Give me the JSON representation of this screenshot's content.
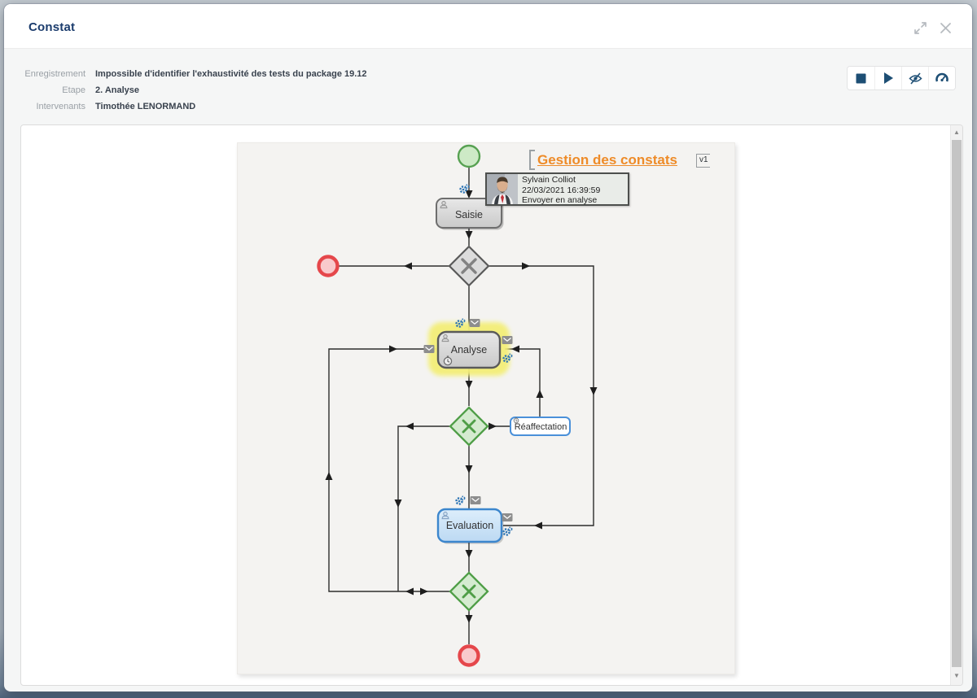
{
  "window": {
    "title": "Constat",
    "controls": [
      {
        "name": "expand",
        "icon": "expand-icon"
      },
      {
        "name": "close",
        "icon": "close-icon"
      }
    ]
  },
  "info": {
    "rows": [
      {
        "label": "Enregistrement",
        "value": "Impossible d'identifier l'exhaustivité des tests du package 19.12"
      },
      {
        "label": "Etape",
        "value": "2. Analyse"
      },
      {
        "label": "Intervenants",
        "value": "Timothée LENORMAND"
      }
    ]
  },
  "toolbar": {
    "buttons": [
      {
        "icon": "stop-icon"
      },
      {
        "icon": "play-icon"
      },
      {
        "icon": "eye-off-icon"
      },
      {
        "icon": "gauge-icon"
      }
    ],
    "icon_color": "#1d4e74"
  },
  "diagram": {
    "title": "Gestion des constats",
    "version": "v1",
    "tooltip": {
      "name": "Sylvain Colliot",
      "datetime": "22/03/2021 16:39:59",
      "action": "Envoyer en analyse"
    },
    "nodes": [
      {
        "id": "saisie",
        "label": "Saisie",
        "type": "task",
        "state": "completed-gray"
      },
      {
        "id": "analyse",
        "label": "Analyse",
        "type": "task",
        "state": "current-highlighted-yellow"
      },
      {
        "id": "reaffectation",
        "label": "Réaffectation",
        "type": "task",
        "state": "outlined-blue"
      },
      {
        "id": "evaluation",
        "label": "Evaluation",
        "type": "task",
        "state": "active-blue"
      }
    ],
    "events": [
      {
        "id": "start",
        "type": "start-event",
        "color": "#57a152"
      },
      {
        "id": "end-left",
        "type": "end-event",
        "color": "#e5474b"
      },
      {
        "id": "end-bottom",
        "type": "end-event",
        "color": "#e5474b"
      }
    ],
    "gateways": [
      {
        "id": "gw-top",
        "type": "exclusive",
        "color": "gray"
      },
      {
        "id": "gw-middle",
        "type": "exclusive",
        "color": "green"
      },
      {
        "id": "gw-bottom",
        "type": "exclusive",
        "color": "green"
      }
    ],
    "colors": {
      "title_orange": "#ee8b28",
      "highlight_yellow": "#f3ee77",
      "icon_blue": "#2f76b5",
      "task_blue_border": "#3c86cd",
      "gateway_green": "#4f9e47",
      "end_red": "#e5474b"
    }
  }
}
